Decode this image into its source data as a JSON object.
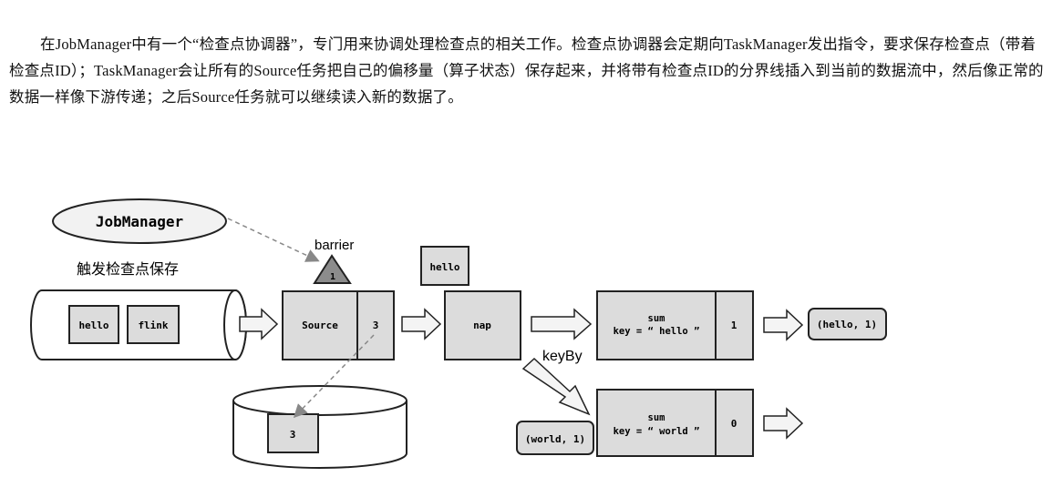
{
  "paragraph": "在JobManager中有一个“检查点协调器”，专门用来协调处理检查点的相关工作。检查点协调器会定期向TaskManager发出指令，要求保存检查点（带着检查点ID）；TaskManager会让所有的Source任务把自己的偏移量（算子状态）保存起来，并将带有检查点ID的分界线插入到当前的数据流中，然后像正常的数据一样像下游传递；之后Source任务就可以继续读入新的数据了。",
  "diagram": {
    "jobmanager": "JobManager",
    "trigger_label": "触发检查点保存",
    "barrier_label": "barrier",
    "barrier_id": "1",
    "input_items": [
      "hello",
      "flink"
    ],
    "source_label": "Source",
    "source_state": "3",
    "hello_floating": "hello",
    "map_label": "nap",
    "keyby_label": "keyBy",
    "sum1_title": "sum",
    "sum1_key": "key = “ hello ”",
    "sum1_value": "1",
    "sum2_title": "sum",
    "sum2_key": "key = “ world ”",
    "sum2_value": "0",
    "output1": "(hello, 1)",
    "output2": "(world, 1)",
    "storage_value": "3"
  }
}
